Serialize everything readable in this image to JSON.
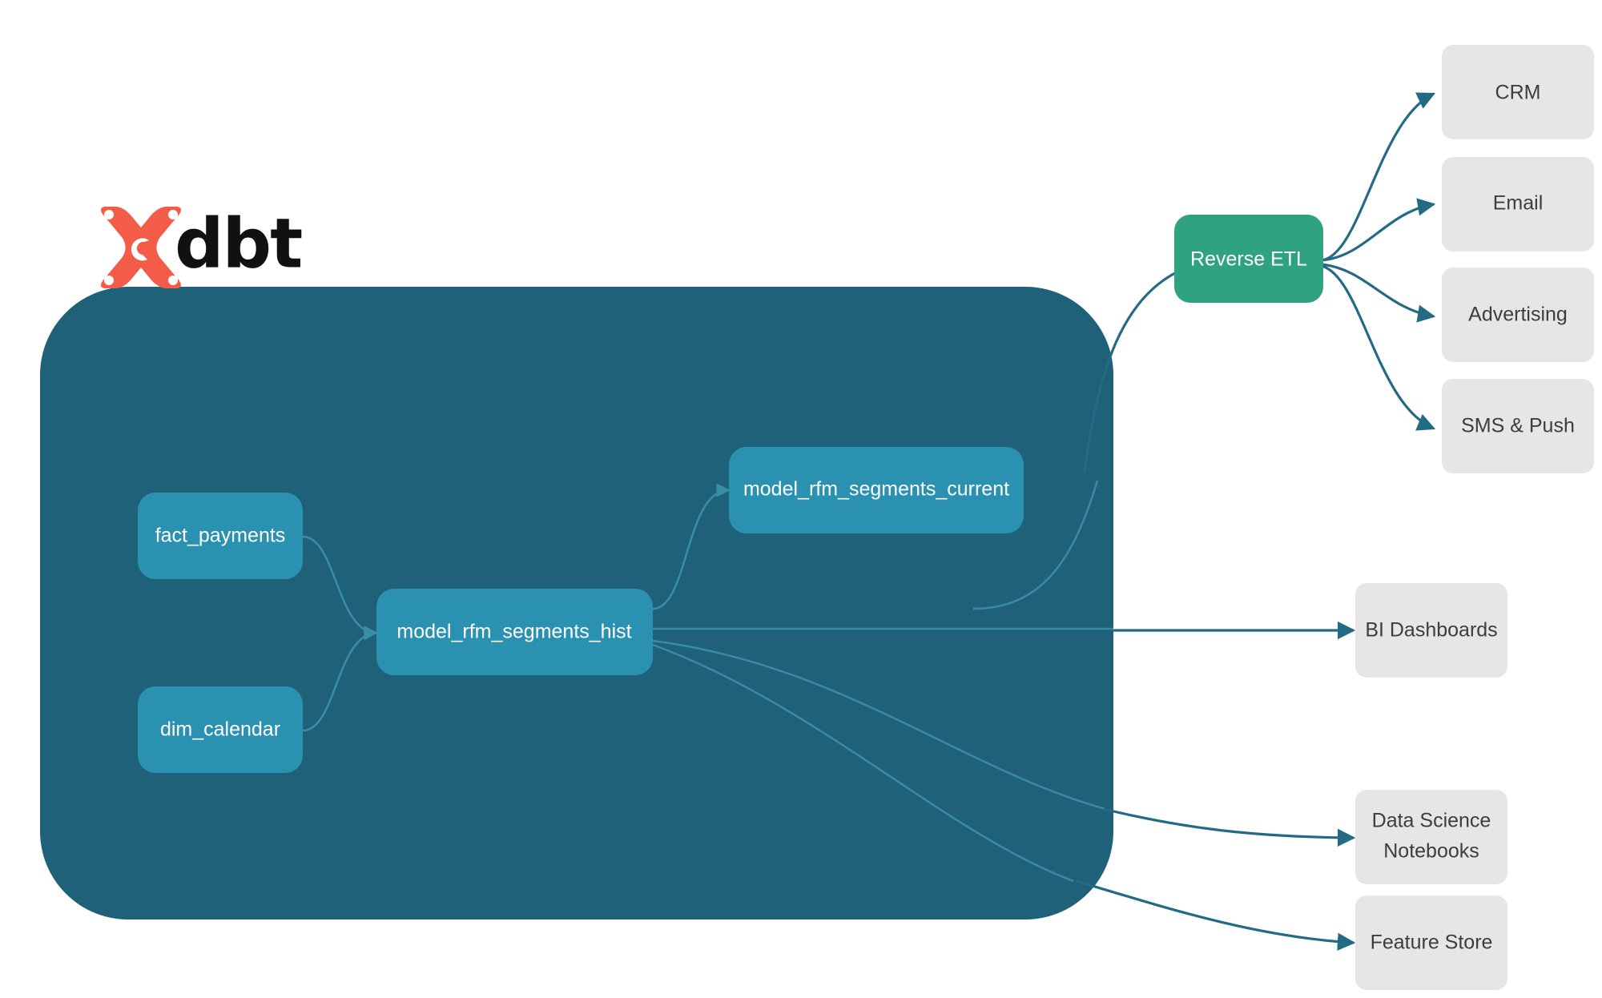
{
  "brand": {
    "logo_icon": "dbt-logo-icon",
    "wordmark": "dbt",
    "logo_color": "#f25c49"
  },
  "colors": {
    "project_container": "#1f6179",
    "model_node": "#2b91b0",
    "reverse_etl": "#2fa37f",
    "destination_node": "#e6e6e6",
    "edge_external": "#236b85",
    "edge_internal": "#2f8fa8",
    "model_text": "#ffffff",
    "destination_text": "#3d3d3d",
    "background": "#ffffff"
  },
  "project": {
    "container_name": "dbt-project-container",
    "models": [
      {
        "id": "fact_payments",
        "label": "fact_payments"
      },
      {
        "id": "dim_calendar",
        "label": "dim_calendar"
      },
      {
        "id": "model_rfm_segments_hist",
        "label": "model_rfm_segments_hist"
      },
      {
        "id": "model_rfm_segments_current",
        "label": "model_rfm_segments_current"
      }
    ]
  },
  "pipeline": {
    "reverse_etl": {
      "id": "reverse_etl",
      "label": "Reverse ETL"
    }
  },
  "destinations": {
    "activation": [
      {
        "id": "crm",
        "label": "CRM"
      },
      {
        "id": "email",
        "label": "Email"
      },
      {
        "id": "advertising",
        "label": "Advertising"
      },
      {
        "id": "sms_push",
        "label": "SMS & Push"
      }
    ],
    "analytics": [
      {
        "id": "bi_dashboards",
        "label": "BI Dashboards",
        "lines": [
          "BI Dashboards"
        ]
      },
      {
        "id": "data_science_notebooks",
        "label": "Data Science Notebooks",
        "lines": [
          "Data Science",
          "Notebooks"
        ]
      },
      {
        "id": "feature_store",
        "label": "Feature Store",
        "lines": [
          "Feature Store"
        ]
      }
    ]
  },
  "edges": [
    {
      "from": "fact_payments",
      "to": "model_rfm_segments_hist"
    },
    {
      "from": "dim_calendar",
      "to": "model_rfm_segments_hist"
    },
    {
      "from": "model_rfm_segments_hist",
      "to": "model_rfm_segments_current"
    },
    {
      "from": "model_rfm_segments_current",
      "to": "reverse_etl"
    },
    {
      "from": "model_rfm_segments_hist",
      "to": "bi_dashboards"
    },
    {
      "from": "model_rfm_segments_hist",
      "to": "data_science_notebooks"
    },
    {
      "from": "model_rfm_segments_hist",
      "to": "feature_store"
    },
    {
      "from": "reverse_etl",
      "to": "crm"
    },
    {
      "from": "reverse_etl",
      "to": "email"
    },
    {
      "from": "reverse_etl",
      "to": "advertising"
    },
    {
      "from": "reverse_etl",
      "to": "sms_push"
    }
  ]
}
